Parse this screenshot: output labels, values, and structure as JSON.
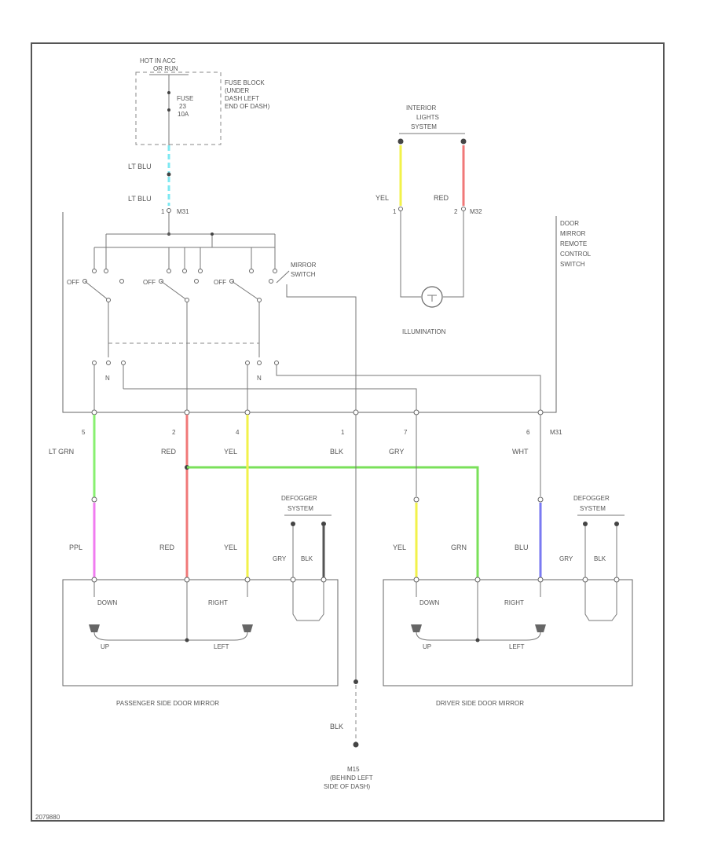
{
  "hot_in": {
    "line1": "HOT IN ACC",
    "line2": "OR RUN"
  },
  "fuse_block": {
    "line1": "FUSE BLOCK",
    "line2": "(UNDER",
    "line3": "DASH LEFT",
    "line4": "END OF DASH)"
  },
  "fuse": {
    "line1": "FUSE",
    "line2": "23",
    "line3": "10A"
  },
  "wire_ltblu_1": "LT BLU",
  "wire_ltblu_2": "LT BLU",
  "pin_mirror_switch_top": "1",
  "mirror_switch_conn_top": "M31",
  "mirror_switch": {
    "line1": "MIRROR",
    "line2": "SWITCH"
  },
  "off_labels": [
    "OFF",
    "OFF",
    "OFF"
  ],
  "n_labels": [
    "N",
    "N"
  ],
  "interior_lights": {
    "line1": "INTERIOR",
    "line2": "LIGHTS",
    "line3": "SYSTEM"
  },
  "illum_yel": "YEL",
  "illum_red": "RED",
  "illum_pin1": "1",
  "illum_pin2": "2",
  "illum_conn": "M32",
  "illumination": "ILLUMINATION",
  "remote_switch": {
    "line1": "DOOR",
    "line2": "MIRROR",
    "line3": "REMOTE",
    "line4": "CONTROL",
    "line5": "SWITCH"
  },
  "bottom_pins": [
    "5",
    "2",
    "4",
    "1",
    "7",
    "6"
  ],
  "bottom_conn": "M31",
  "bottom_wires": [
    "LT GRN",
    "RED",
    "YEL",
    "BLK",
    "GRY",
    "WHT"
  ],
  "defogger_left": {
    "line1": "DEFOGGER",
    "line2": "SYSTEM"
  },
  "defogger_right": {
    "line1": "DEFOGGER",
    "line2": "SYSTEM"
  },
  "pass_wires": [
    "PPL",
    "RED",
    "YEL"
  ],
  "drv_wires": [
    "YEL",
    "GRN",
    "BLU"
  ],
  "defog_wires_left": [
    "GRY",
    "BLK"
  ],
  "defog_wires_right": [
    "GRY",
    "BLK"
  ],
  "motor_labels_left": [
    "DOWN",
    "RIGHT",
    "UP",
    "LEFT"
  ],
  "motor_labels_right": [
    "DOWN",
    "RIGHT",
    "UP",
    "LEFT"
  ],
  "pass_mirror": "PASSENGER SIDE DOOR MIRROR",
  "drv_mirror": "DRIVER SIDE DOOR MIRROR",
  "ground_wire": "BLK",
  "ground": {
    "line1": "M15",
    "line2": "(BEHIND LEFT",
    "line3": "SIDE OF DASH)"
  },
  "footer_code": "2079880",
  "wire_colors": {
    "ltblu": "#7ee8f2",
    "ltgrn": "#88f070",
    "red": "#f07878",
    "yel": "#f2f24a",
    "ppl": "#f07cf0",
    "grn": "#7ae05a",
    "blu": "#7a7af2",
    "gry": "#bbbbbb",
    "blk": "#555555"
  }
}
